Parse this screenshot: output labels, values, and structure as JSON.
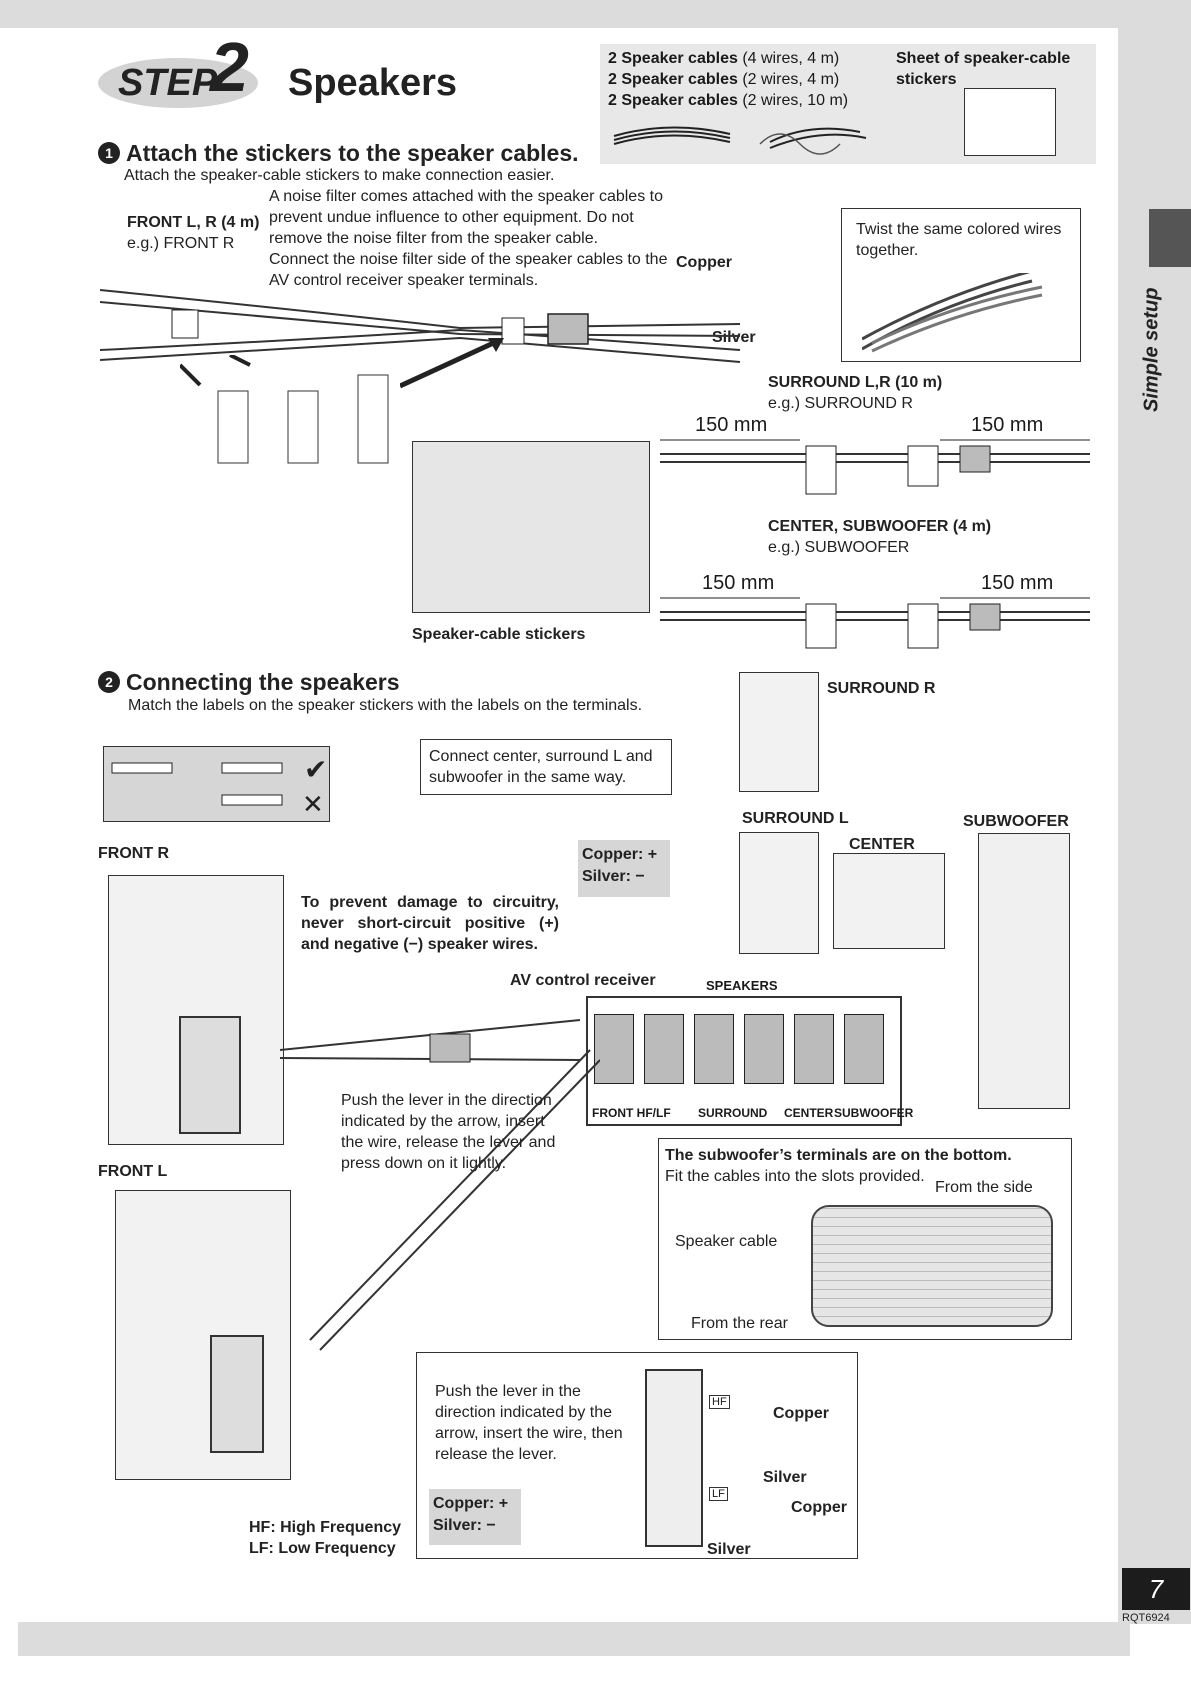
{
  "header": {
    "step_word": "STEP",
    "step_number": "2",
    "title": "Speakers"
  },
  "supplies": {
    "cables": [
      {
        "bold": "2 Speaker cables",
        "detail": "(4 wires, 4 m)"
      },
      {
        "bold": "2 Speaker cables",
        "detail": "(2 wires, 4 m)"
      },
      {
        "bold": "2 Speaker cables",
        "detail": "(2 wires, 10 m)"
      }
    ],
    "sticker_sheet": "Sheet of speaker-cable stickers"
  },
  "section1": {
    "number": "1",
    "heading": "Attach the stickers to the speaker cables.",
    "intro": "Attach the speaker-cable stickers to make connection easier.",
    "front_label": "FRONT L, R (4 m)",
    "front_example": "e.g.) FRONT R",
    "noise_filter_text": [
      "A noise filter comes attached with the speaker cables to",
      "prevent undue influence to other equipment. Do not",
      "remove the noise filter from the speaker cable.",
      "Connect the noise filter side of the speaker cables to the",
      "AV control receiver speaker terminals."
    ],
    "copper": "Copper",
    "silver": "Silver",
    "twist_note": "Twist the same colored wires together.",
    "surround_label": "SURROUND L,R (10 m)",
    "surround_example": "e.g.) SURROUND R",
    "center_label": "CENTER, SUBWOOFER (4 m)",
    "center_example": "e.g.) SUBWOOFER",
    "dim_150": "150 mm",
    "stickers_caption": "Speaker-cable stickers"
  },
  "section2": {
    "number": "2",
    "heading": "Connecting the speakers",
    "intro": "Match the labels on the speaker stickers with the labels on the terminals.",
    "connect_note": "Connect center, surround L and subwoofer in the same way.",
    "polarity_copper": "Copper: +",
    "polarity_silver": "Silver: −",
    "warning": "To prevent damage to circuitry, never short-circuit positive (+) and negative (−) speaker wires.",
    "front_r": "FRONT R",
    "front_l": "FRONT L",
    "surround_r": "SURROUND R",
    "surround_l": "SURROUND L",
    "center": "CENTER",
    "subwoofer": "SUBWOOFER",
    "receiver": "AV control receiver",
    "speakers_panel": "SPEAKERS",
    "push_lever": "Push the lever in the direction indicated by the arrow, insert the wire, release the lever and press down on it lightly.",
    "terminal_groups": [
      "FRONT HF/LF",
      "SURROUND",
      "CENTER",
      "SUBWOOFER"
    ],
    "sub_note_bold": "The subwoofer’s terminals are on the bottom.",
    "sub_note": "Fit the cables into the slots provided.",
    "from_side": "From the side",
    "speaker_cable": "Speaker cable",
    "from_rear": "From the rear",
    "push_lever2": "Push the lever in the direction indicated by the arrow, insert the wire, then release the lever.",
    "hf": "HF: High Frequency",
    "lf": "LF: Low Frequency",
    "hf_tag": "HF",
    "lf_tag": "LF"
  },
  "side_tab": "Simple setup",
  "page_number": "7",
  "doc_code": "RQT6924"
}
